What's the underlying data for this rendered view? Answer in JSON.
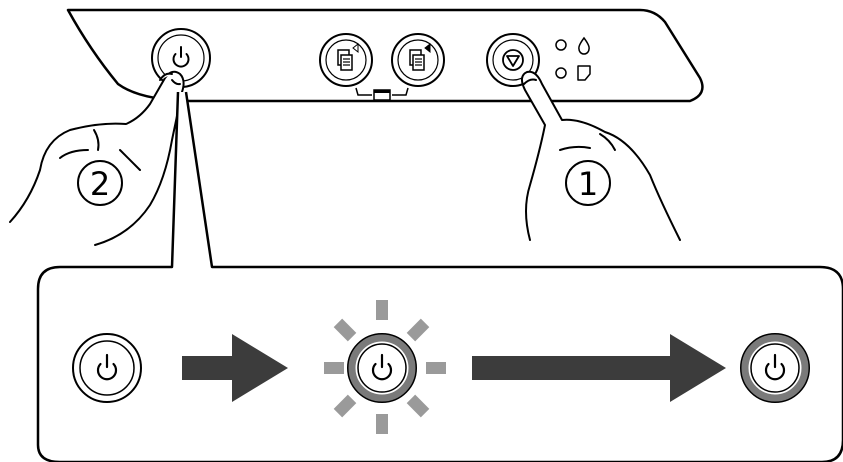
{
  "steps": [
    {
      "number": "1",
      "action": "hold",
      "button": "stop-button"
    },
    {
      "number": "2",
      "action": "press",
      "button": "power-button"
    }
  ],
  "panel_buttons": [
    {
      "name": "power-button",
      "icon": "power-icon"
    },
    {
      "name": "copy-bw-button",
      "icon": "copy-document-icon"
    },
    {
      "name": "copy-color-button",
      "icon": "copy-document-icon"
    },
    {
      "name": "stop-button",
      "icon": "stop-icon"
    }
  ],
  "status_lights": [
    {
      "name": "ink-light",
      "icon": "ink-drop-icon"
    },
    {
      "name": "paper-light",
      "icon": "paper-icon"
    }
  ],
  "power_sequence": [
    {
      "state": "off",
      "icon": "power-icon"
    },
    {
      "state": "flashing",
      "icon": "power-icon"
    },
    {
      "state": "on",
      "icon": "power-icon"
    }
  ],
  "colors": {
    "stroke": "#000000",
    "arrow": "#3c3c3c",
    "flash_rays": "#9a9a9a",
    "light_on_ring": "#7a7a7a"
  }
}
